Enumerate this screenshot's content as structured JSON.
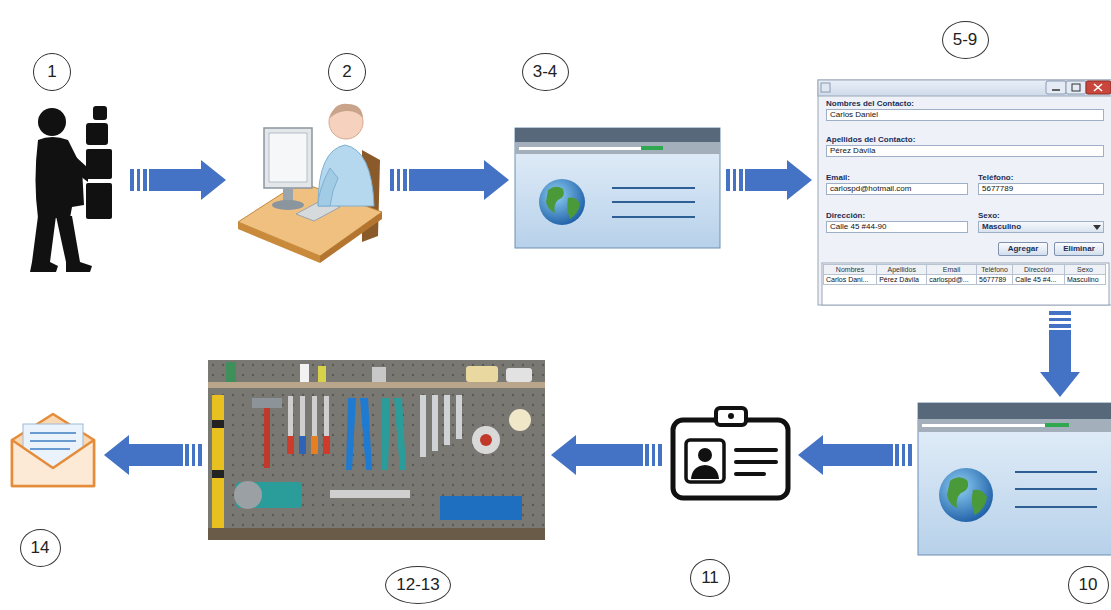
{
  "diagram": {
    "nodes": [
      {
        "text": [
          "1"
        ]
      },
      {
        "text": [
          "2"
        ]
      },
      {
        "text": [
          "3-4"
        ]
      },
      {
        "text": [
          "5-9",
          "Nombres del Contacto:",
          "Carlos Daniel",
          "Apellidos del Contacto:",
          "Pérez Dávila",
          "Email:",
          "carlospd@hotmail.com",
          "Teléfono:",
          "5677789",
          "Dirección:",
          "Calle 45 #44-90",
          "Sexo:",
          "Masculino",
          "Agregar",
          "Eliminar",
          "Nombres",
          "Apellidos",
          "Email",
          "Teléfono",
          "Dirección",
          "Sexo",
          "Carlos Dani...",
          "Pérez Dávila",
          "carlospd@...",
          "5677789",
          "Calle 45 #4...",
          "Masculino"
        ]
      },
      {
        "text": [
          "10"
        ]
      },
      {
        "text": [
          "11"
        ]
      },
      {
        "text": [
          "12-13"
        ]
      },
      {
        "text": [
          "14"
        ]
      }
    ],
    "edges": [
      {
        "from": 0,
        "to": 1,
        "arrow": "to"
      },
      {
        "from": 1,
        "to": 2,
        "arrow": "to"
      },
      {
        "from": 2,
        "to": 3,
        "arrow": "to"
      },
      {
        "from": 3,
        "to": 4,
        "arrow": "to"
      },
      {
        "from": 4,
        "to": 5,
        "arrow": "to"
      },
      {
        "from": 5,
        "to": 6,
        "arrow": "to"
      },
      {
        "from": 6,
        "to": 7,
        "arrow": "to"
      }
    ]
  }
}
